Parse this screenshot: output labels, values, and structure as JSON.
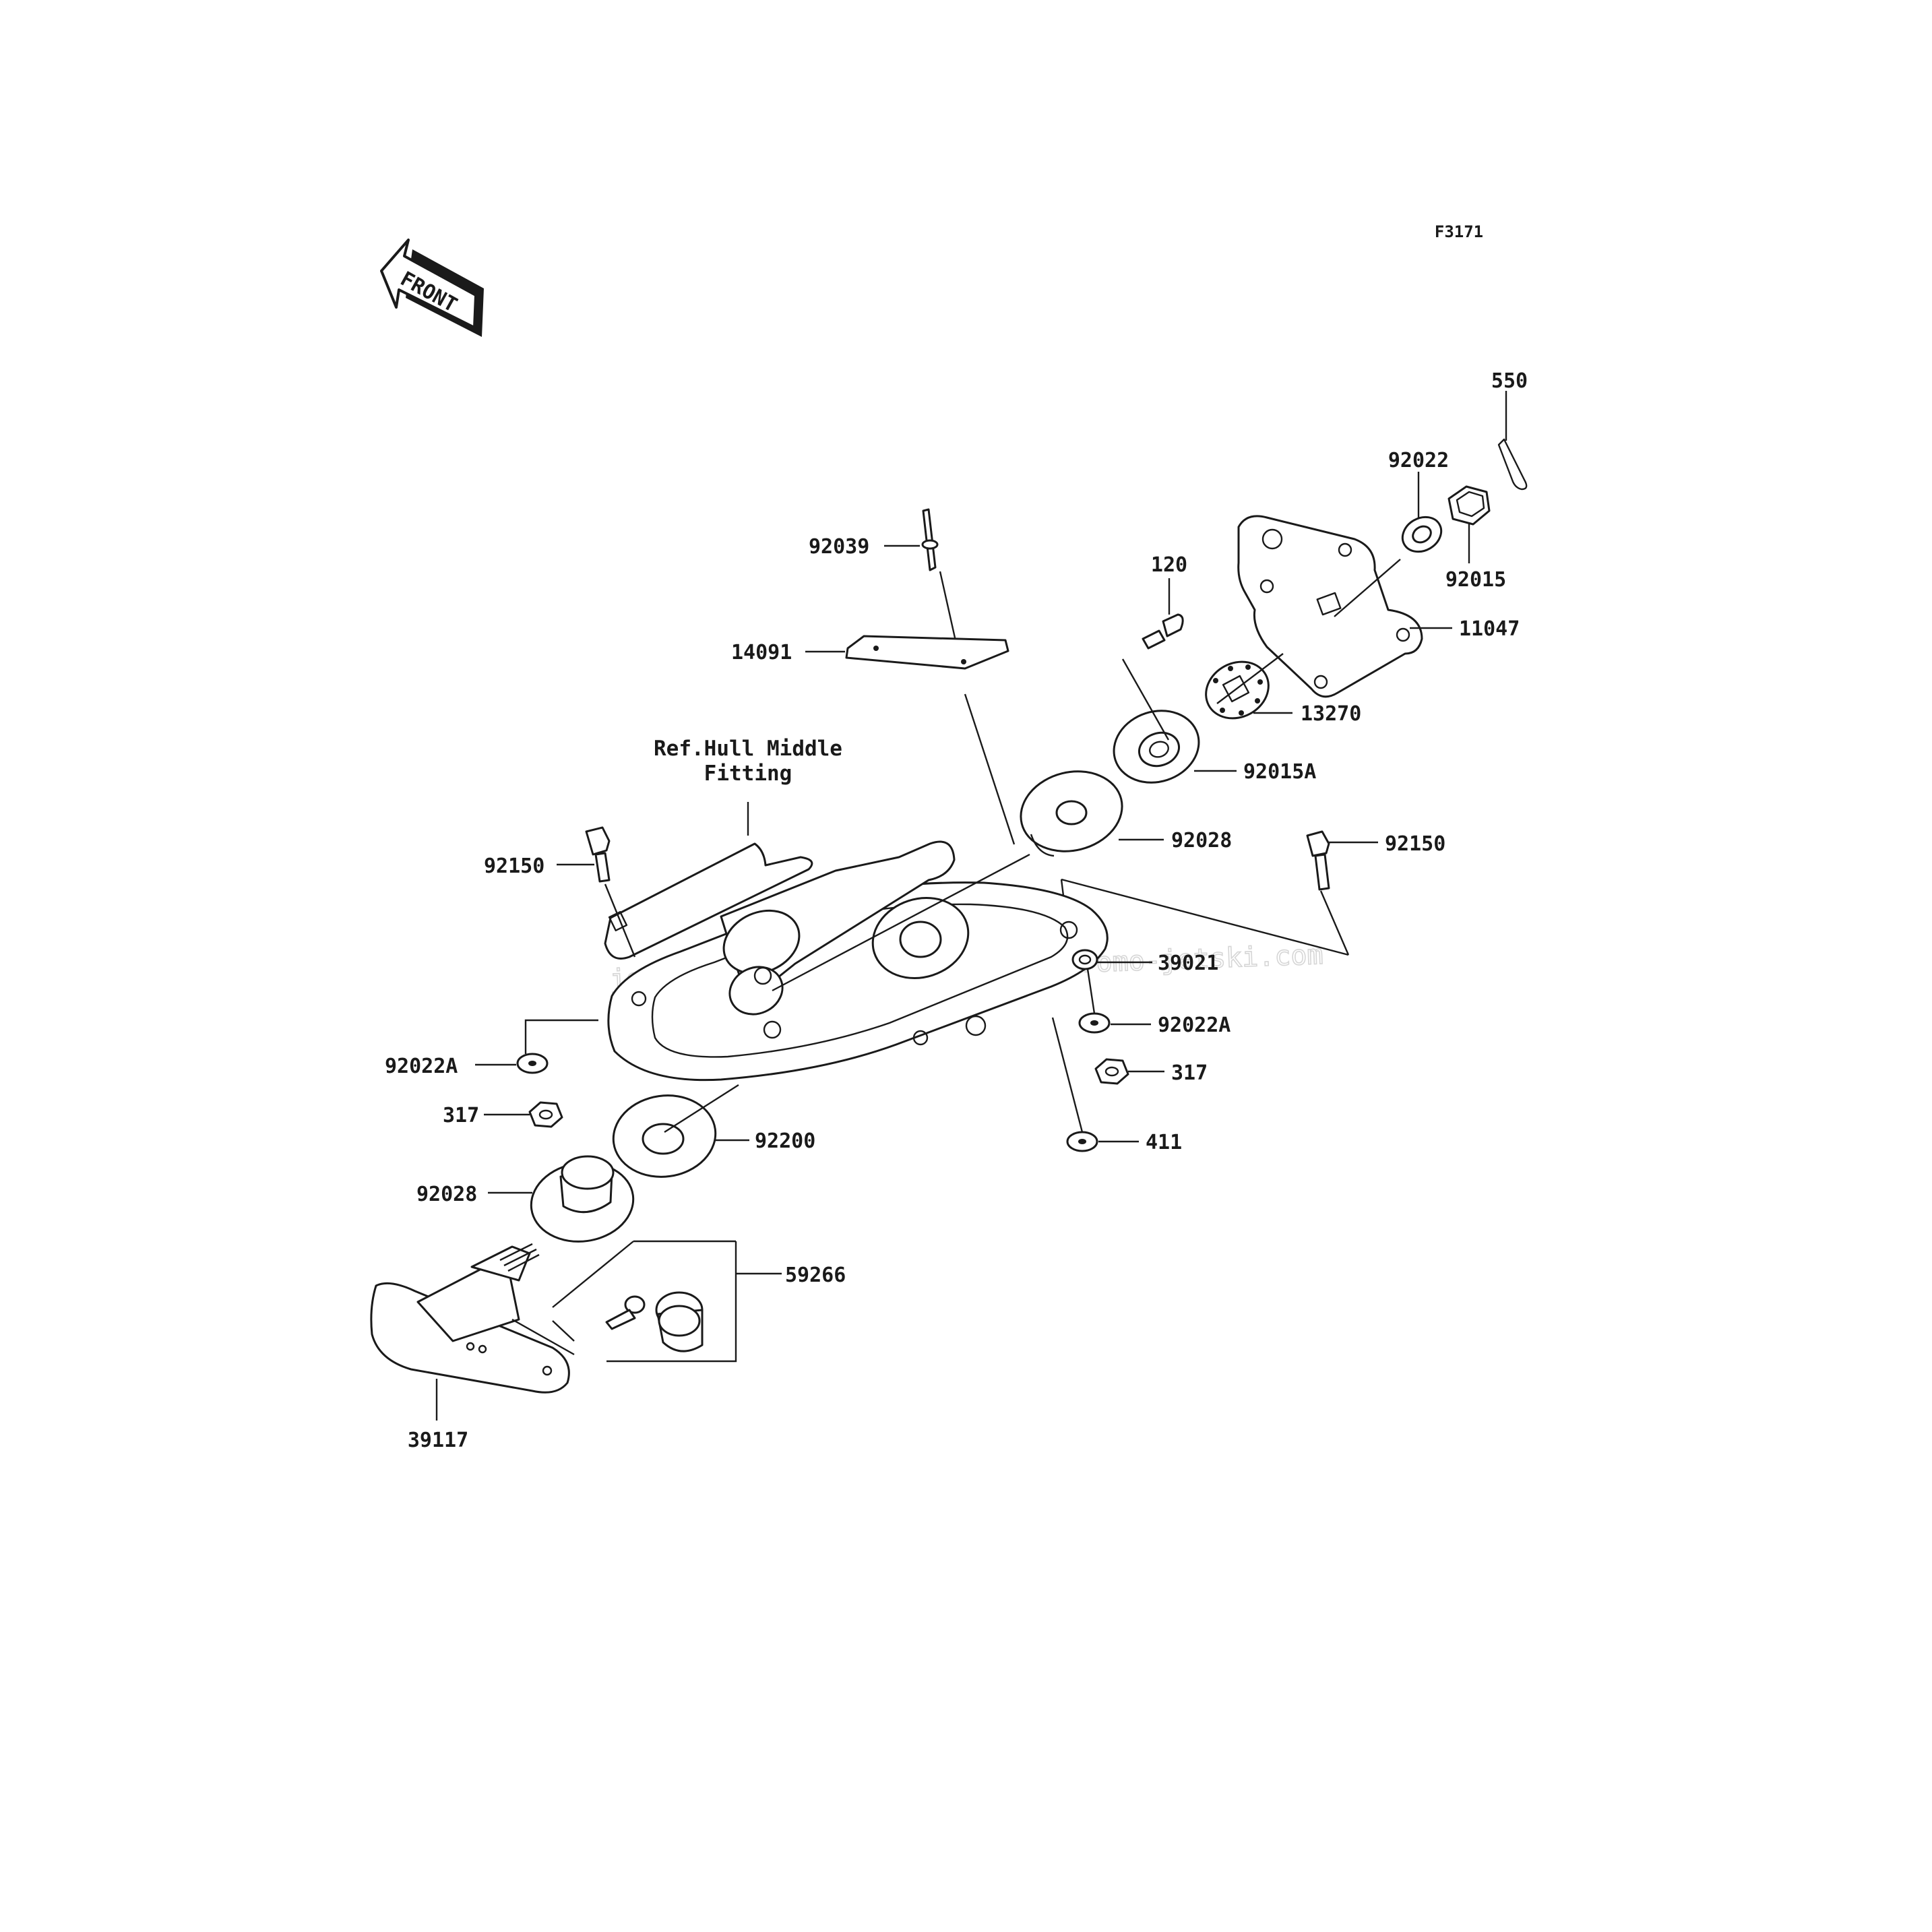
{
  "figure_code": "F3171",
  "front_badge": "FRONT",
  "reference_note": [
    "Ref.Hull Middle",
    "Fitting"
  ],
  "watermark": "jetski.com  promo-jetski.com  promo-jetski.com",
  "callouts": {
    "c550": "550",
    "c92022": "92022",
    "c92015": "92015",
    "c11047": "11047",
    "c120": "120",
    "c13270": "13270",
    "c92039": "92039",
    "c14091": "14091",
    "c92015A": "92015A",
    "c92028_upper": "92028",
    "c92150_right": "92150",
    "c92150_left": "92150",
    "c39021": "39021",
    "c92022A_right": "92022A",
    "c92022A_left": "92022A",
    "c317_right": "317",
    "c317_left": "317",
    "c411": "411",
    "c92200": "92200",
    "c92028_lower": "92028",
    "c59266": "59266",
    "c39117": "39117"
  }
}
